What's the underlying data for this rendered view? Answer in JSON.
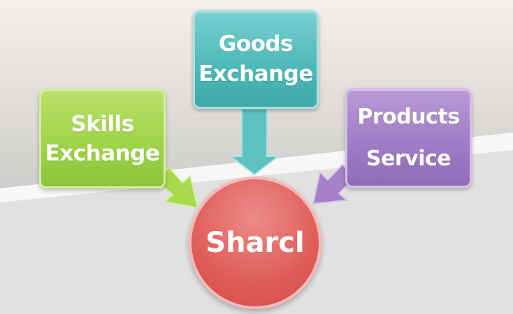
{
  "diagram": {
    "nodes": {
      "goods": {
        "lines": [
          "Goods",
          "Exchange"
        ],
        "color": "#4fbab9"
      },
      "skills": {
        "lines": [
          "Skills",
          "Exchange"
        ],
        "color": "#9fd34a"
      },
      "products": {
        "lines": [
          "Products",
          "Service"
        ],
        "color": "#a07dc6"
      },
      "hub": {
        "label": "Sharcl",
        "color": "#df5d59"
      }
    },
    "edges": [
      {
        "from": "Skills Exchange",
        "to": "Sharcl"
      },
      {
        "from": "Goods Exchange",
        "to": "Sharcl"
      },
      {
        "from": "Products Service",
        "to": "Sharcl"
      }
    ]
  }
}
